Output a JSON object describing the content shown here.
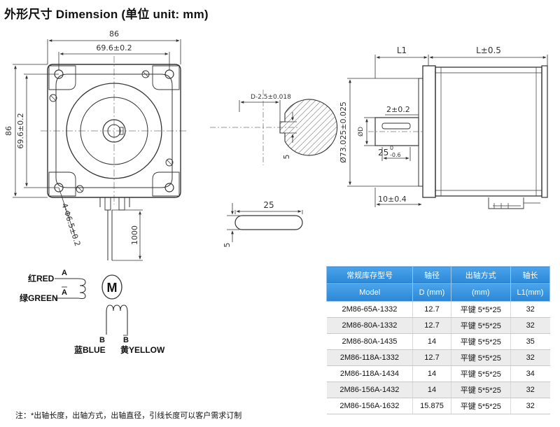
{
  "title": "外形尺寸 Dimension (单位 unit: mm)",
  "front_view": {
    "dim_86_top": "86",
    "dim_696_top": "69.6±0.2",
    "dim_86_left": "86",
    "dim_696_left": "69.6±0.2",
    "hole_dim": "4-Φ6.5±0.2"
  },
  "lead_length": "1000",
  "shaft_section": {
    "d_dim": "D-2.5±0.018",
    "key_dim": "5"
  },
  "key": {
    "length": "25",
    "width": "5"
  },
  "side_view": {
    "l1": "L1",
    "l": "L±0.5",
    "pilot_dia": "Ø73.025±0.025",
    "dim_2": "2±0.2",
    "shaft_d": "ØD",
    "dim_25": "25",
    "dim_25_tol_upper": "0",
    "dim_25_tol_lower": "-0.6",
    "dim_10": "10±0.4"
  },
  "wiring": {
    "red": "红RED",
    "green": "绿GREEN",
    "a": "A",
    "a_bar": "A",
    "motor": "M",
    "b": "B",
    "b_bar": "B",
    "blue": "蓝BLUE",
    "yellow": "黄YELLOW"
  },
  "table": {
    "headers_cn": [
      "常规库存型号",
      "轴径",
      "出轴方式",
      "轴长"
    ],
    "headers_en": [
      "Model",
      "D (mm)",
      "(mm)",
      "L1(mm)"
    ],
    "rows": [
      [
        "2M86-65A-1332",
        "12.7",
        "平键 5*5*25",
        "32"
      ],
      [
        "2M86-80A-1332",
        "12.7",
        "平键 5*5*25",
        "32"
      ],
      [
        "2M86-80A-1435",
        "14",
        "平键 5*5*25",
        "35"
      ],
      [
        "2M86-118A-1332",
        "12.7",
        "平键 5*5*25",
        "32"
      ],
      [
        "2M86-118A-1434",
        "14",
        "平键 5*5*25",
        "34"
      ],
      [
        "2M86-156A-1432",
        "14",
        "平键 5*5*25",
        "32"
      ],
      [
        "2M86-156A-1632",
        "15.875",
        "平键 5*5*25",
        "32"
      ]
    ]
  },
  "note": "注：*出轴长度，出轴方式，出轴直径，引线长度可以客户需求订制"
}
